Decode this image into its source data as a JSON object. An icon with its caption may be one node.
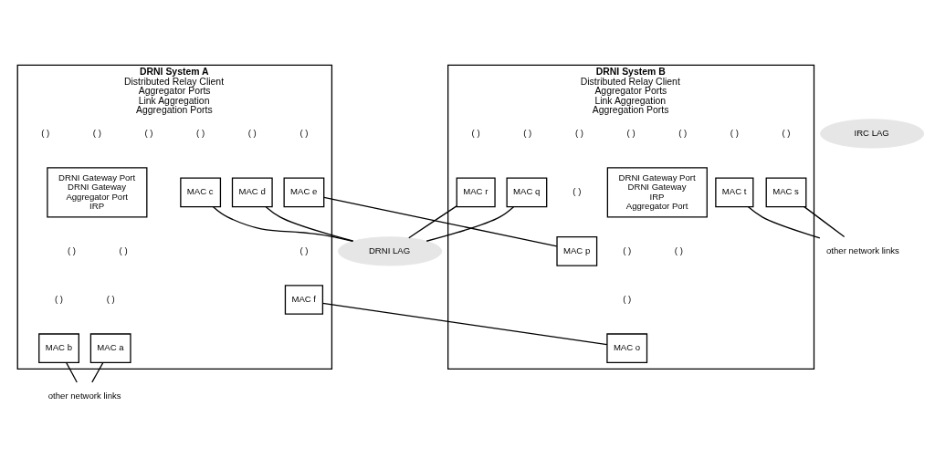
{
  "diagram": {
    "nodes": [
      {
        "text": [
          "DRNI System A",
          "Distributed Relay Client",
          "Aggregator Ports",
          "Link Aggregation",
          "Aggregation Ports"
        ]
      },
      {
        "text": [
          "DRNI Gateway Port",
          "DRNI Gateway",
          "Aggregator Port",
          "IRP"
        ],
        "in": 0
      },
      {
        "text": [
          "MAC a"
        ],
        "in": 0
      },
      {
        "text": [
          "MAC b"
        ],
        "in": 0
      },
      {
        "text": [
          "MAC c"
        ],
        "in": 0
      },
      {
        "text": [
          "MAC d"
        ],
        "in": 0
      },
      {
        "text": [
          "MAC e"
        ],
        "in": 0
      },
      {
        "text": [
          "MAC f"
        ],
        "in": 0
      },
      {
        "text": [
          "other network links"
        ]
      },
      {
        "text": [
          "IRC LAG"
        ]
      },
      {
        "text": [
          "DRNI LAG"
        ]
      },
      {
        "text": [
          "DRNI System B",
          "Distributed Relay Client",
          "Aggregator Ports",
          "Link Aggregation",
          "Aggregation Ports"
        ]
      },
      {
        "text": [
          "DRNI Gateway Port",
          "DRNI Gateway",
          "IRP",
          "Aggregator Port"
        ],
        "in": 11
      },
      {
        "text": [
          "MAC o"
        ],
        "in": 11
      },
      {
        "text": [
          "MAC p"
        ],
        "in": 11
      },
      {
        "text": [
          "MAC q"
        ],
        "in": 11
      },
      {
        "text": [
          "MAC r"
        ],
        "in": 11
      },
      {
        "text": [
          "MAC s"
        ],
        "in": 11
      },
      {
        "text": [
          "MAC t"
        ],
        "in": 11
      },
      {
        "text": [
          "other network links"
        ]
      }
    ],
    "edges": [
      {
        "from": 2,
        "to": 8,
        "arrow": "none"
      },
      {
        "from": 3,
        "to": 8,
        "arrow": "none"
      },
      {
        "from": 7,
        "to": 13,
        "arrow": "none"
      },
      {
        "from": 6,
        "to": 14,
        "arrow": "none"
      },
      {
        "from": 5,
        "to": 10,
        "arrow": "none"
      },
      {
        "from": 4,
        "to": 10,
        "arrow": "none"
      },
      {
        "from": 15,
        "to": 10,
        "arrow": "none"
      },
      {
        "from": 16,
        "to": 10,
        "arrow": "none"
      },
      {
        "from": 17,
        "to": 19,
        "arrow": "none"
      },
      {
        "from": 18,
        "to": 19,
        "arrow": "none"
      }
    ],
    "labels": [
      "( )",
      "( )",
      "( )",
      "( )",
      "( )",
      "( )",
      "( )",
      "( )",
      "( )",
      "( )",
      "( )",
      "( )",
      "( )",
      "( )",
      "( )",
      "( )",
      "( )",
      "( )",
      "( )",
      "( )",
      "( )",
      "( )"
    ]
  }
}
